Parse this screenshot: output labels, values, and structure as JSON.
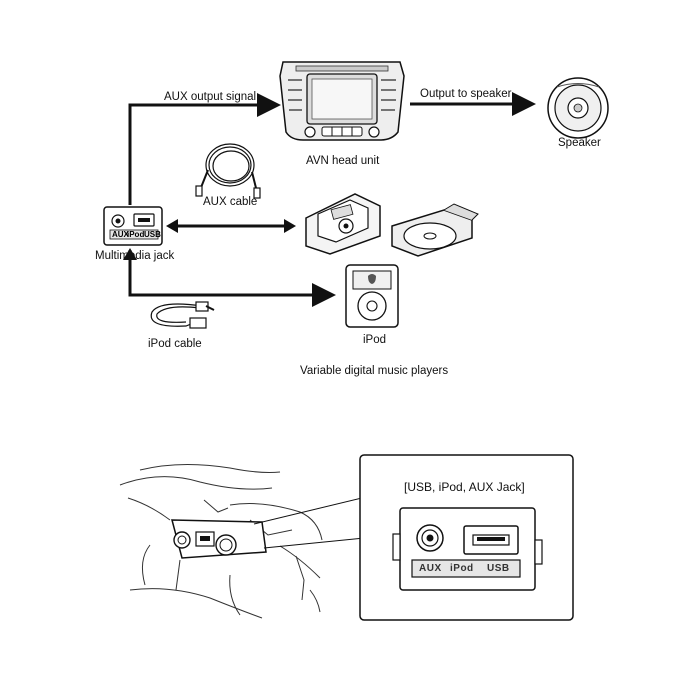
{
  "labels": {
    "aux_output_signal": "AUX output signal",
    "output_to_speaker": "Output to speaker",
    "speaker": "Speaker",
    "avn_head_unit": "AVN head unit",
    "aux_cable": "AUX cable",
    "multimedia_jack": "Multimedia jack",
    "ipod_cable": "iPod cable",
    "ipod": "iPod",
    "variable_players": "Variable digital music players",
    "jack_title": "[USB, iPod, AUX Jack]",
    "jack_small_labels": [
      "AUX",
      "iPod",
      "USB"
    ],
    "jack_large_labels": [
      "AUX",
      "iPod",
      "USB"
    ]
  },
  "colors": {
    "line": "#111111",
    "fill": "#ffffff",
    "shade": "#d9d9d9"
  }
}
